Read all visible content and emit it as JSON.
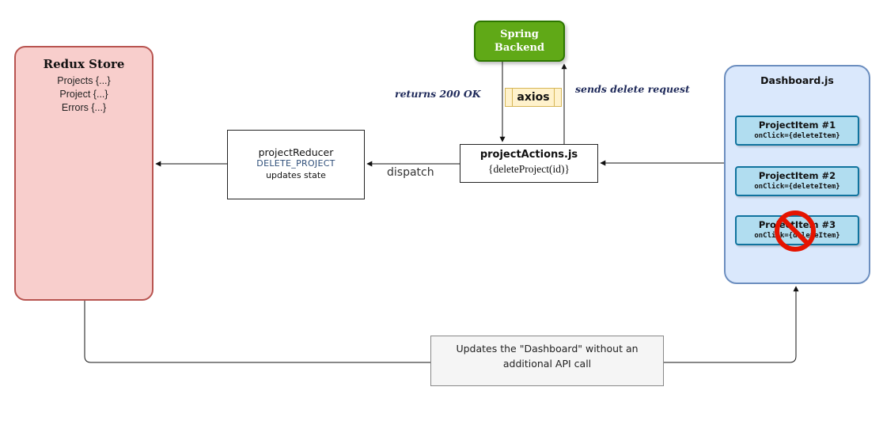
{
  "redux_store": {
    "title": "Redux Store",
    "lines": [
      "Projects {...}",
      "Project {...}",
      "Errors {...}"
    ]
  },
  "spring": {
    "line1": "Spring",
    "line2": "Backend"
  },
  "reducer": {
    "name": "projectReducer",
    "action": "DELETE_PROJECT",
    "updates": "updates state"
  },
  "actions": {
    "name": "projectActions.js",
    "fn": "{deleteProject(id)}"
  },
  "axios_label": "axios",
  "returns_label": "returns 200 OK",
  "sends_label": "sends delete request",
  "dispatch_label": "dispatch",
  "dashboard": {
    "title": "Dashboard.js",
    "items": [
      {
        "name": "ProjectItem #1",
        "click": "onClick={deleteItem}"
      },
      {
        "name": "ProjectItem #2",
        "click": "onClick={deleteItem}"
      },
      {
        "name": "ProjectItem #3",
        "click": "onClick={deleteItem}"
      }
    ],
    "deleted_icon": "prohibited-icon"
  },
  "note": "Updates the \"Dashboard\" without an additional API call",
  "colors": {
    "redux_fill": "#f8cecc",
    "redux_border": "#b85450",
    "spring_fill": "#60a917",
    "dash_fill": "#dae8fc",
    "item_fill": "#b1ddf0",
    "prohibited": "#e51400"
  }
}
